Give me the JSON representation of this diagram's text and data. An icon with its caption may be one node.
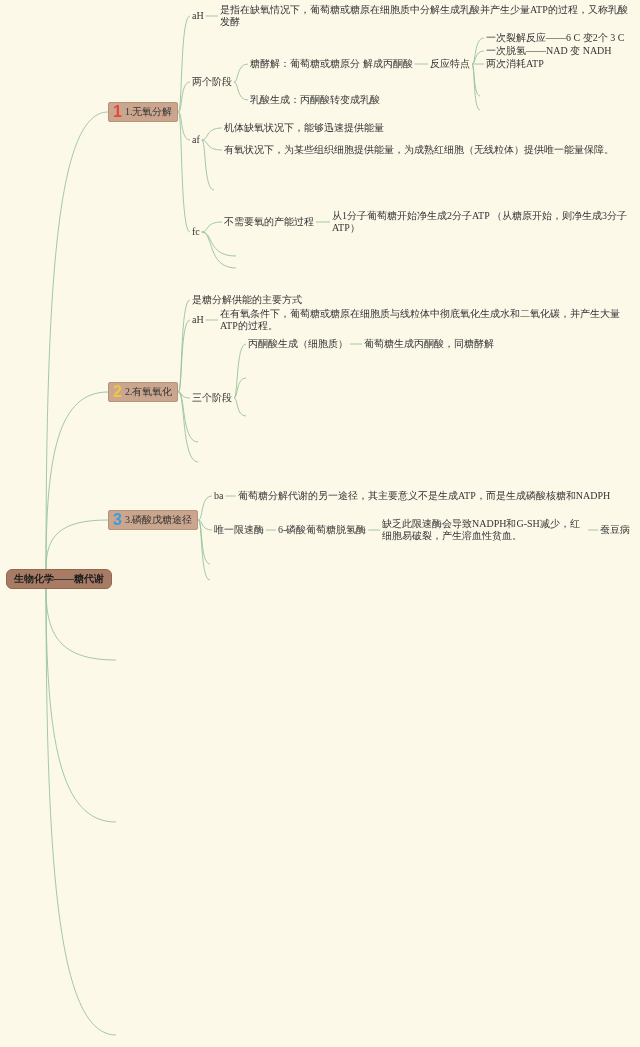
{
  "diagram": {
    "nodes": [
      {
        "text": [
          "生物化学——糖代谢"
        ]
      },
      {
        "text": [
          "1",
          "1.无氧分解"
        ]
      },
      {
        "text": [
          "aH"
        ]
      },
      {
        "text": [
          "是指在缺氧情况下，葡萄糖或糖原在细胞质中分解生成乳酸并产生少量ATP的过程，又称乳酸发酵"
        ]
      },
      {
        "text": [
          "两个阶段"
        ]
      },
      {
        "text": [
          "糖酵解：葡萄糖或糖原分 解成丙酮酸"
        ]
      },
      {
        "text": [
          "反应特点"
        ]
      },
      {
        "text": [
          "一次裂解反应——6 C 变2个 3 C"
        ]
      },
      {
        "text": [
          "一次脱氢——NAD 变 NADH"
        ]
      },
      {
        "text": [
          "两次消耗ATP"
        ]
      },
      {
        "text": [
          "乳酸生成：丙酮酸转变成乳酸"
        ]
      },
      {
        "text": [
          "af"
        ]
      },
      {
        "text": [
          "机体缺氧状况下，能够迅速提供能量"
        ]
      },
      {
        "text": [
          "有氧状况下，为某些组织细胞提供能量，为成熟红细胞（无线粒体）提供唯一能量保障。"
        ]
      },
      {
        "text": [
          "fc"
        ]
      },
      {
        "text": [
          "不需要氧的产能过程"
        ]
      },
      {
        "text": [
          "从1分子葡萄糖开始净生成2分子ATP （从糖原开始，则净生成3分子ATP）"
        ]
      },
      {
        "text": [
          "2",
          "2.有氧氧化"
        ]
      },
      {
        "text": [
          "是糖分解供能的主要方式"
        ]
      },
      {
        "text": [
          "aH"
        ]
      },
      {
        "text": [
          "在有氧条件下，葡萄糖或糖原在细胞质与线粒体中彻底氧化生成水和二氧化碳，并产生大量ATP的过程。"
        ]
      },
      {
        "text": [
          "三个阶段"
        ]
      },
      {
        "text": [
          "丙酮酸生成（细胞质）"
        ]
      },
      {
        "text": [
          "葡萄糖生成丙酮酸，同糖酵解"
        ]
      },
      {
        "text": [
          "3",
          "3.磷酸戊糖途径"
        ]
      },
      {
        "text": [
          "ba"
        ]
      },
      {
        "text": [
          "葡萄糖分解代谢的另一途径，其主要意义不是生成ATP，而是生成磷酸核糖和NADPH"
        ]
      },
      {
        "text": [
          "唯一限速酶"
        ]
      },
      {
        "text": [
          "6-磷酸葡萄糖脱氢酶"
        ]
      },
      {
        "text": [
          "缺乏此限速酶会导致NADPH和G-SH减少，红细胞易破裂，产生溶血性贫血。"
        ]
      },
      {
        "text": [
          "蚕豆病"
        ]
      }
    ],
    "edges": [
      {
        "from": 0,
        "to": 1,
        "arrow": "none"
      },
      {
        "from": 0,
        "to": 17,
        "arrow": "none"
      },
      {
        "from": 0,
        "to": 24,
        "arrow": "none"
      },
      {
        "from": 0,
        "to": null,
        "arrow": "none"
      },
      {
        "from": 0,
        "to": null,
        "arrow": "none"
      },
      {
        "from": 0,
        "to": null,
        "arrow": "none"
      },
      {
        "from": 1,
        "to": 2,
        "arrow": "none"
      },
      {
        "from": 2,
        "to": 3,
        "arrow": "none"
      },
      {
        "from": 1,
        "to": 4,
        "arrow": "none"
      },
      {
        "from": 4,
        "to": 5,
        "arrow": "none"
      },
      {
        "from": 5,
        "to": 6,
        "arrow": "none"
      },
      {
        "from": 6,
        "to": 7,
        "arrow": "none"
      },
      {
        "from": 6,
        "to": 8,
        "arrow": "none"
      },
      {
        "from": 6,
        "to": 9,
        "arrow": "none"
      },
      {
        "from": 6,
        "to": null,
        "arrow": "none"
      },
      {
        "from": 6,
        "to": null,
        "arrow": "none"
      },
      {
        "from": 4,
        "to": 10,
        "arrow": "none"
      },
      {
        "from": 1,
        "to": 11,
        "arrow": "none"
      },
      {
        "from": 11,
        "to": 12,
        "arrow": "none"
      },
      {
        "from": 11,
        "to": 13,
        "arrow": "none"
      },
      {
        "from": 11,
        "to": null,
        "arrow": "none"
      },
      {
        "from": 1,
        "to": 14,
        "arrow": "none"
      },
      {
        "from": 14,
        "to": 15,
        "arrow": "none"
      },
      {
        "from": 15,
        "to": 16,
        "arrow": "none"
      },
      {
        "from": 14,
        "to": null,
        "arrow": "none"
      },
      {
        "from": 14,
        "to": null,
        "arrow": "none"
      },
      {
        "from": 17,
        "to": 18,
        "arrow": "none"
      },
      {
        "from": 17,
        "to": 19,
        "arrow": "none"
      },
      {
        "from": 19,
        "to": 20,
        "arrow": "none"
      },
      {
        "from": 17,
        "to": 21,
        "arrow": "none"
      },
      {
        "from": 21,
        "to": 22,
        "arrow": "none"
      },
      {
        "from": 22,
        "to": 23,
        "arrow": "none"
      },
      {
        "from": 21,
        "to": null,
        "arrow": "none"
      },
      {
        "from": 21,
        "to": null,
        "arrow": "none"
      },
      {
        "from": 17,
        "to": null,
        "arrow": "none"
      },
      {
        "from": 17,
        "to": null,
        "arrow": "none"
      },
      {
        "from": 24,
        "to": 25,
        "arrow": "none"
      },
      {
        "from": 25,
        "to": 26,
        "arrow": "none"
      },
      {
        "from": 24,
        "to": 27,
        "arrow": "none"
      },
      {
        "from": 27,
        "to": 28,
        "arrow": "none"
      },
      {
        "from": 28,
        "to": 29,
        "arrow": "none"
      },
      {
        "from": 29,
        "to": 30,
        "arrow": "none"
      },
      {
        "from": 24,
        "to": null,
        "arrow": "none"
      },
      {
        "from": 24,
        "to": null,
        "arrow": "none"
      }
    ]
  }
}
